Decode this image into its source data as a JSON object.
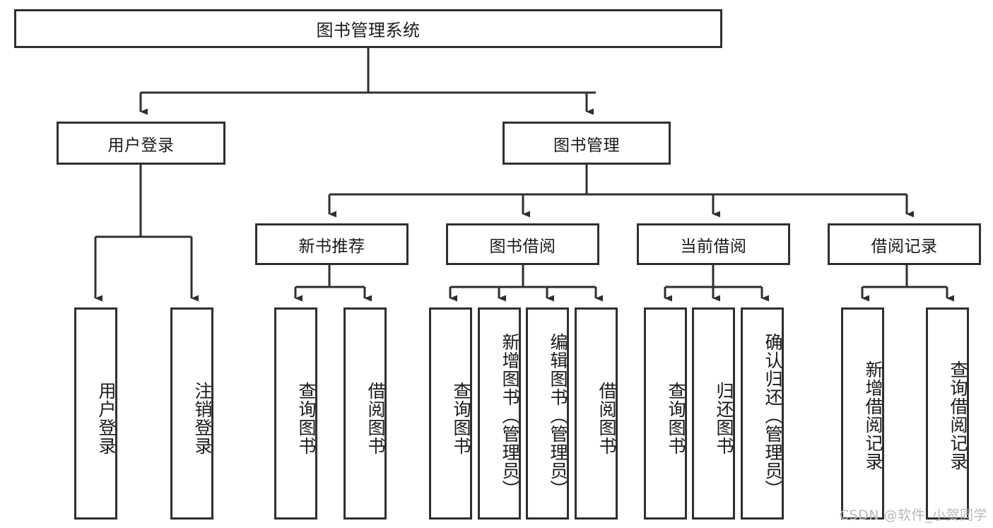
{
  "diagram": {
    "title": "图书管理系统",
    "watermark": "CSDN @软件_小贺同学",
    "line_color": "#2f2f2f",
    "box_fill": "#ffffff",
    "text_color": "#1a1a1a"
  },
  "levels": {
    "root": {
      "label": "图书管理系统"
    },
    "level2": [
      {
        "label": "用户登录"
      },
      {
        "label": "图书管理"
      }
    ],
    "level3": [
      {
        "label": "新书推荐"
      },
      {
        "label": "图书借阅"
      },
      {
        "label": "当前借阅"
      },
      {
        "label": "借阅记录"
      }
    ],
    "leaves": {
      "user_login": [
        {
          "label": "用户登录"
        },
        {
          "label": "注销登录"
        }
      ],
      "new_book": [
        {
          "label": "查询图书"
        },
        {
          "label": "借阅图书"
        }
      ],
      "book_borrow": [
        {
          "label": "查询图书"
        },
        {
          "label": "新增图书（管理员）"
        },
        {
          "label": "编辑图书（管理员）"
        },
        {
          "label": "借阅图书"
        }
      ],
      "current_borrow": [
        {
          "label": "查询图书"
        },
        {
          "label": "归还图书"
        },
        {
          "label": "确认归还（管理员）"
        }
      ],
      "borrow_record": [
        {
          "label": "新增借阅记录"
        },
        {
          "label": "查询借阅记录"
        }
      ]
    }
  }
}
